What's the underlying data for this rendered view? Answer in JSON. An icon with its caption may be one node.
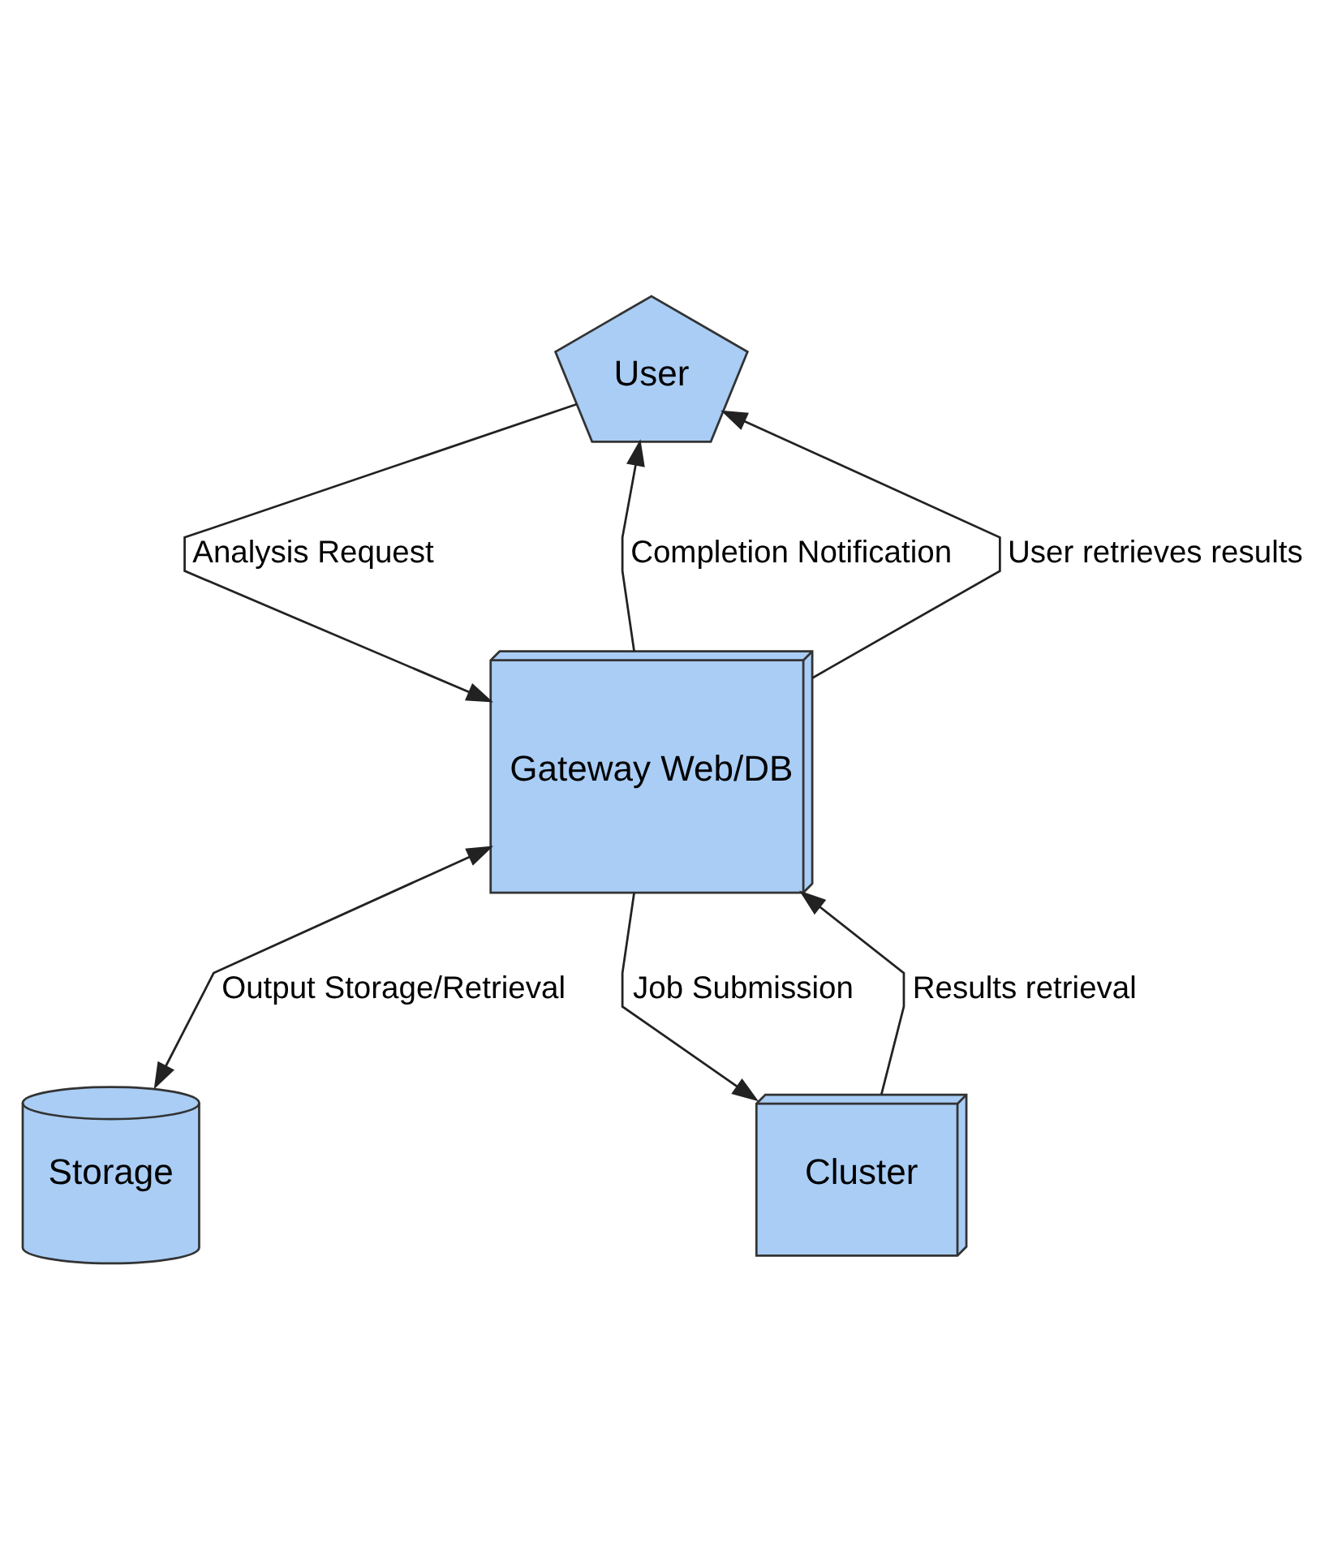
{
  "diagram": {
    "nodes": [
      {
        "text": [
          "User"
        ]
      },
      {
        "text": [
          "Gateway Web/DB"
        ]
      },
      {
        "text": [
          "Storage"
        ]
      },
      {
        "text": [
          "Cluster"
        ]
      }
    ],
    "edges": [
      {
        "from": 0,
        "to": 1,
        "arrow": "to",
        "label": "Analysis Request"
      },
      {
        "from": 1,
        "to": 0,
        "arrow": "to",
        "label": "Completion Notification"
      },
      {
        "from": 1,
        "to": 3,
        "arrow": "to",
        "label": "Job Submission"
      },
      {
        "from": 3,
        "to": 1,
        "arrow": "to",
        "label": "Results retrieval"
      },
      {
        "from": 1,
        "to": 0,
        "arrow": "to",
        "label": "User retrieves results"
      },
      {
        "from": 1,
        "to": 2,
        "arrow": "both",
        "label": "Output Storage/Retrieval"
      }
    ]
  }
}
